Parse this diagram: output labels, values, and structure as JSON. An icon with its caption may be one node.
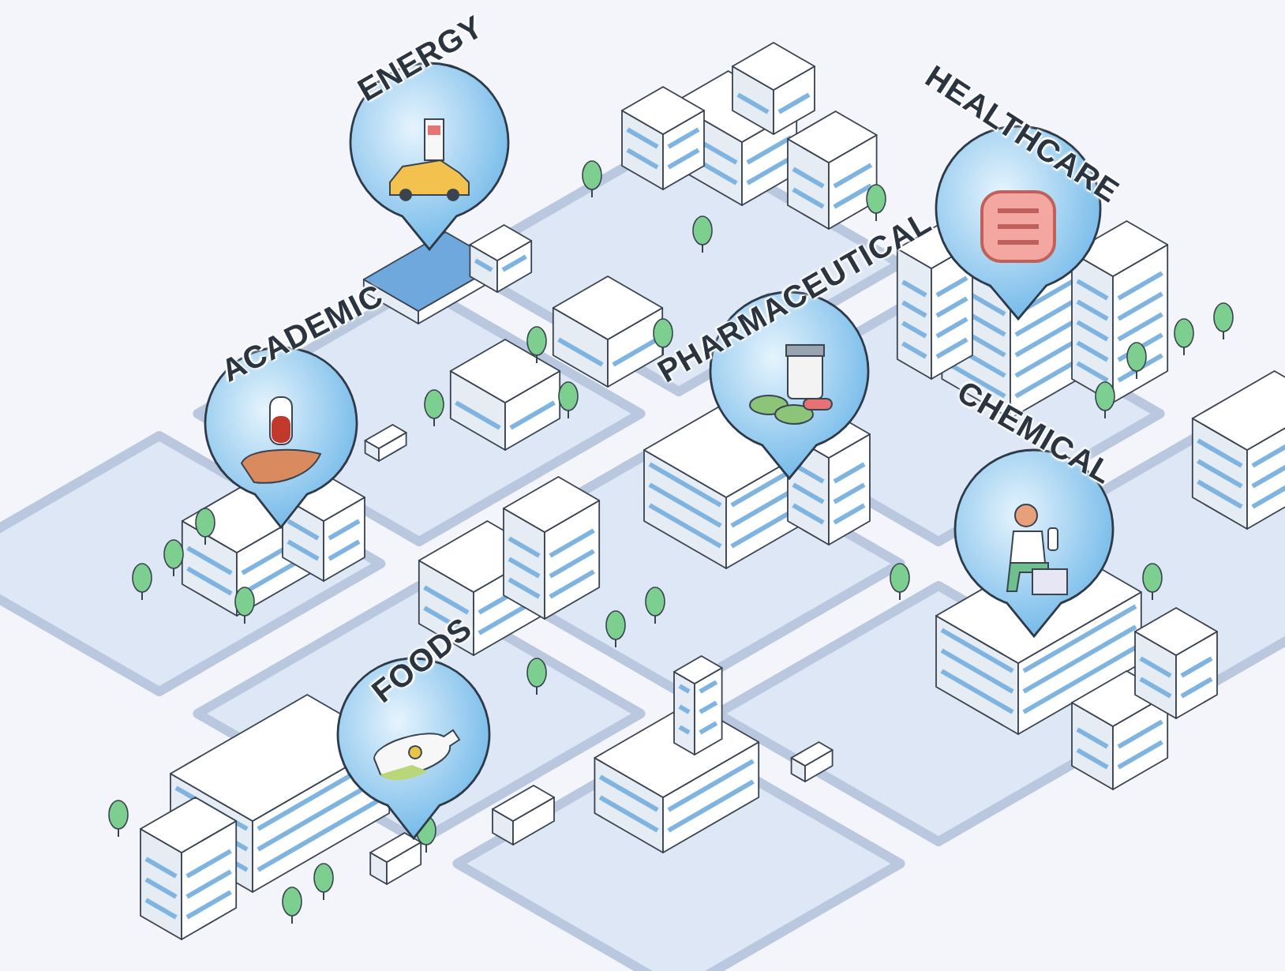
{
  "diagram": {
    "nodes": [
      {
        "text": [
          "ENERGY"
        ]
      },
      {
        "text": [
          "HEALTHCARE"
        ]
      },
      {
        "text": [
          "ACADEMIC"
        ]
      },
      {
        "text": [
          "PHARMACEUTICAL"
        ]
      },
      {
        "text": [
          "CHEMICAL"
        ]
      },
      {
        "text": [
          "FOODS"
        ]
      }
    ]
  }
}
